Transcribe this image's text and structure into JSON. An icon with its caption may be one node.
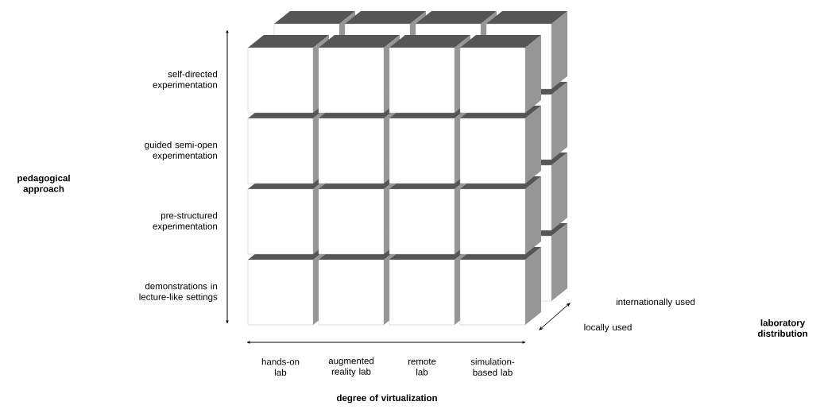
{
  "diagram": {
    "labels": [
      "self-directed experimentation",
      "guided semi-open experimentation",
      "pedagogical approach",
      "pre-structured experimentation",
      "demonstrations in lecture-like settings",
      "internationally used",
      "locally used",
      "laboratory distribution",
      "hands-on lab",
      "augmented reality lab",
      "remote lab",
      "simulation-based lab",
      "degree of virtualization"
    ]
  }
}
